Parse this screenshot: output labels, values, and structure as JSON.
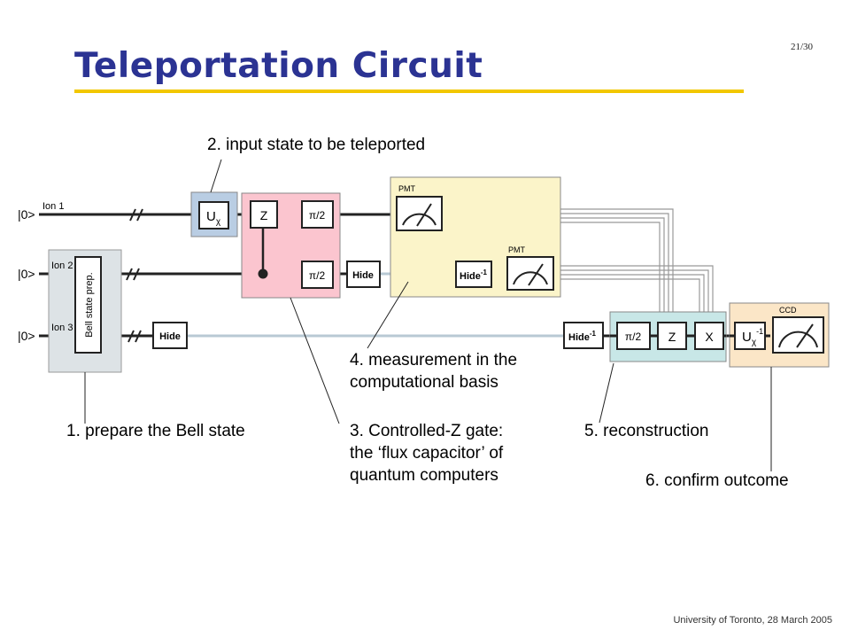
{
  "slide": {
    "title": "Teleportation Circuit",
    "page_number": "21/30",
    "footer": "University of Toronto, 28 March 2005"
  },
  "circuit": {
    "ions": [
      {
        "label": "Ion 1",
        "input": "|0>"
      },
      {
        "label": "Ion 2",
        "input": "|0>"
      },
      {
        "label": "Ion 3",
        "input": "|0>"
      }
    ],
    "bell_prep_label": "Bell state prep.",
    "gates": {
      "u_chi": "U",
      "u_chi_sub": "χ",
      "z": "Z",
      "pi_half": "π/2",
      "hide": "Hide",
      "hide_inv": "Hide",
      "hide_inv_sup": "-1",
      "x": "X"
    },
    "detectors": {
      "pmt": "PMT",
      "ccd": "CCD"
    },
    "colors": {
      "bell_prep": "#dde3e6",
      "input_state": "#b9cde3",
      "controlled_z": "#fbc5cf",
      "measurement": "#fbf4c9",
      "reconstruction": "#c8e7e7",
      "confirm": "#fbe6c7",
      "ion_wire": "#b8c9d4",
      "title": "#2b3393",
      "title_rule": "#f2c700"
    }
  },
  "callouts": {
    "step1": "1. prepare the Bell state",
    "step2": "2. input state to be teleported",
    "step3": [
      "3. Controlled-Z gate:",
      "the ‘flux capacitor’ of",
      "quantum computers"
    ],
    "step4": [
      "4. measurement in the",
      "computational basis"
    ],
    "step5": "5. reconstruction",
    "step6": "6. confirm outcome"
  }
}
